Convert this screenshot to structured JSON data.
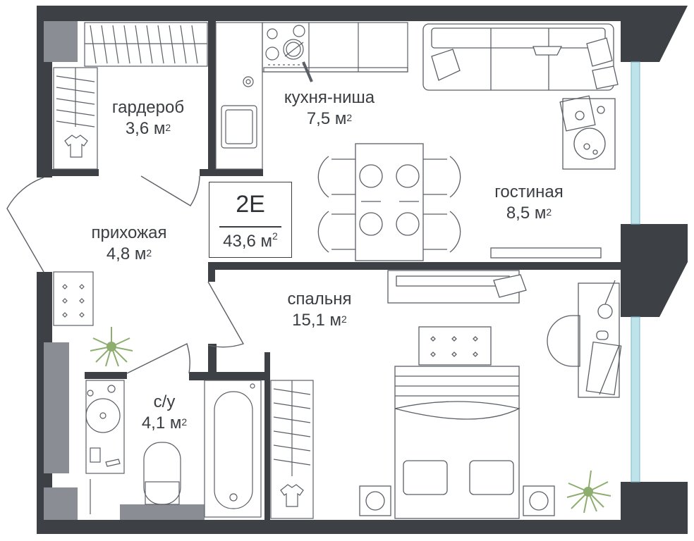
{
  "plan": {
    "apartment_code": "2E",
    "total_area": "43,6 м",
    "area_unit_sup": "2",
    "rooms": [
      {
        "id": "wardrobe",
        "name": "гардероб",
        "area": "3,6 м",
        "sup": "2"
      },
      {
        "id": "kitchen",
        "name": "кухня-ниша",
        "area": "7,5 м",
        "sup": "2"
      },
      {
        "id": "living",
        "name": "гостиная",
        "area": "8,5 м",
        "sup": "2"
      },
      {
        "id": "hall",
        "name": "прихожая",
        "area": "4,8 м",
        "sup": "2"
      },
      {
        "id": "bedroom",
        "name": "спальня",
        "area": "15,1 м",
        "sup": "2"
      },
      {
        "id": "bathroom",
        "name": "с/у",
        "area": "4,1 м",
        "sup": "2"
      }
    ]
  },
  "colors": {
    "wall": "#3d4045",
    "furniture_line": "#5b5f66",
    "window": "#bfe3ea",
    "plant": "#8eae70",
    "light_panel": "#8a8d93",
    "text": "#3a3d42"
  },
  "icons": [
    "plant-icon",
    "shirt-icon",
    "stove-icon",
    "sink-icon",
    "washer-icon",
    "lamp-icon"
  ]
}
